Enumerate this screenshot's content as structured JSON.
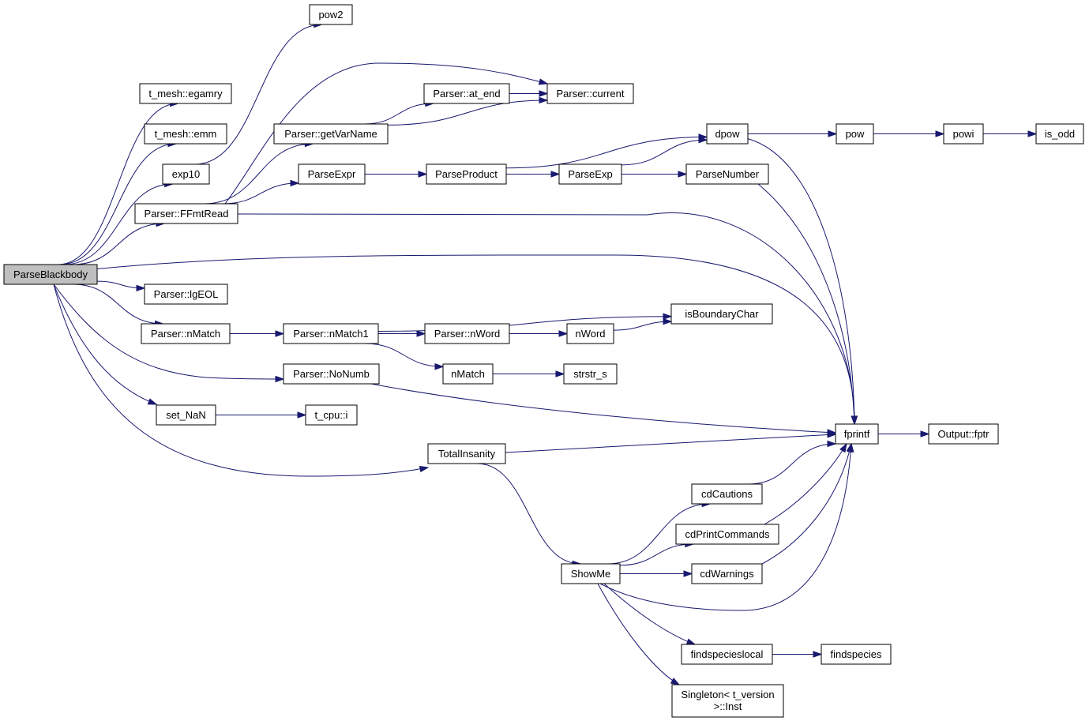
{
  "colors": {
    "edge": "#191970",
    "root_fill": "#bfbfbf",
    "node_fill": "#ffffff",
    "node_stroke": "#000000"
  },
  "nodes": [
    {
      "id": "ParseBlackbody",
      "label": "ParseBlackbody",
      "root": true
    },
    {
      "id": "egamry",
      "label": "t_mesh::egamry"
    },
    {
      "id": "emm",
      "label": "t_mesh::emm"
    },
    {
      "id": "exp10",
      "label": "exp10"
    },
    {
      "id": "FFmtRead",
      "label": "Parser::FFmtRead"
    },
    {
      "id": "lgEOL",
      "label": "Parser::lgEOL"
    },
    {
      "id": "nMatch",
      "label": "Parser::nMatch"
    },
    {
      "id": "NoNumb",
      "label": "Parser::NoNumb"
    },
    {
      "id": "setNaN",
      "label": "set_NaN"
    },
    {
      "id": "TotalInsanity",
      "label": "TotalInsanity"
    },
    {
      "id": "pow2",
      "label": "pow2"
    },
    {
      "id": "getVarName",
      "label": "Parser::getVarName"
    },
    {
      "id": "ParseExpr",
      "label": "ParseExpr"
    },
    {
      "id": "atEnd",
      "label": "Parser::at_end"
    },
    {
      "id": "current",
      "label": "Parser::current"
    },
    {
      "id": "ParseProduct",
      "label": "ParseProduct"
    },
    {
      "id": "ParseExp",
      "label": "ParseExp"
    },
    {
      "id": "dpow",
      "label": "dpow"
    },
    {
      "id": "ParseNumber",
      "label": "ParseNumber"
    },
    {
      "id": "pow",
      "label": "pow"
    },
    {
      "id": "powi",
      "label": "powi"
    },
    {
      "id": "isOdd",
      "label": "is_odd"
    },
    {
      "id": "nMatch1",
      "label": "Parser::nMatch1"
    },
    {
      "id": "pnWord",
      "label": "Parser::nWord"
    },
    {
      "id": "nWord",
      "label": "nWord"
    },
    {
      "id": "isBoundaryChar",
      "label": "isBoundaryChar"
    },
    {
      "id": "nMatchG",
      "label": "nMatch"
    },
    {
      "id": "strstr",
      "label": "strstr_s"
    },
    {
      "id": "tcpu",
      "label": "t_cpu::i"
    },
    {
      "id": "fprintf",
      "label": "fprintf"
    },
    {
      "id": "fptr",
      "label": "Output::fptr"
    },
    {
      "id": "cdCautions",
      "label": "cdCautions"
    },
    {
      "id": "cdPrintCommands",
      "label": "cdPrintCommands"
    },
    {
      "id": "cdWarnings",
      "label": "cdWarnings"
    },
    {
      "id": "ShowMe",
      "label": "ShowMe"
    },
    {
      "id": "findspecieslocal",
      "label": "findspecieslocal"
    },
    {
      "id": "findspecies",
      "label": "findspecies"
    },
    {
      "id": "Singleton",
      "label": "Singleton< t_version >::Inst"
    }
  ],
  "edges": [
    [
      "ParseBlackbody",
      "egamry"
    ],
    [
      "ParseBlackbody",
      "emm"
    ],
    [
      "ParseBlackbody",
      "exp10"
    ],
    [
      "ParseBlackbody",
      "FFmtRead"
    ],
    [
      "ParseBlackbody",
      "fprintf"
    ],
    [
      "ParseBlackbody",
      "lgEOL"
    ],
    [
      "ParseBlackbody",
      "nMatch"
    ],
    [
      "ParseBlackbody",
      "NoNumb"
    ],
    [
      "ParseBlackbody",
      "setNaN"
    ],
    [
      "ParseBlackbody",
      "TotalInsanity"
    ],
    [
      "exp10",
      "pow2"
    ],
    [
      "FFmtRead",
      "current"
    ],
    [
      "FFmtRead",
      "getVarName"
    ],
    [
      "FFmtRead",
      "ParseExpr"
    ],
    [
      "FFmtRead",
      "fprintf"
    ],
    [
      "getVarName",
      "atEnd"
    ],
    [
      "getVarName",
      "current"
    ],
    [
      "atEnd",
      "current"
    ],
    [
      "ParseExpr",
      "ParseProduct"
    ],
    [
      "ParseProduct",
      "dpow"
    ],
    [
      "ParseProduct",
      "ParseExp"
    ],
    [
      "ParseExp",
      "dpow"
    ],
    [
      "ParseExp",
      "ParseNumber"
    ],
    [
      "ParseNumber",
      "fprintf"
    ],
    [
      "dpow",
      "pow"
    ],
    [
      "dpow",
      "fprintf"
    ],
    [
      "pow",
      "powi"
    ],
    [
      "powi",
      "isOdd"
    ],
    [
      "nMatch",
      "nMatch1"
    ],
    [
      "nMatch1",
      "isBoundaryChar"
    ],
    [
      "nMatch1",
      "pnWord"
    ],
    [
      "nMatch1",
      "nMatchG"
    ],
    [
      "pnWord",
      "nWord"
    ],
    [
      "nWord",
      "isBoundaryChar"
    ],
    [
      "nMatchG",
      "strstr"
    ],
    [
      "NoNumb",
      "fprintf"
    ],
    [
      "setNaN",
      "tcpu"
    ],
    [
      "TotalInsanity",
      "fprintf"
    ],
    [
      "TotalInsanity",
      "ShowMe"
    ],
    [
      "ShowMe",
      "cdCautions"
    ],
    [
      "ShowMe",
      "cdPrintCommands"
    ],
    [
      "ShowMe",
      "cdWarnings"
    ],
    [
      "ShowMe",
      "fprintf"
    ],
    [
      "ShowMe",
      "findspecieslocal"
    ],
    [
      "ShowMe",
      "Singleton"
    ],
    [
      "cdCautions",
      "fprintf"
    ],
    [
      "cdPrintCommands",
      "fprintf"
    ],
    [
      "cdWarnings",
      "fprintf"
    ],
    [
      "findspecieslocal",
      "findspecies"
    ],
    [
      "fprintf",
      "fptr"
    ]
  ]
}
